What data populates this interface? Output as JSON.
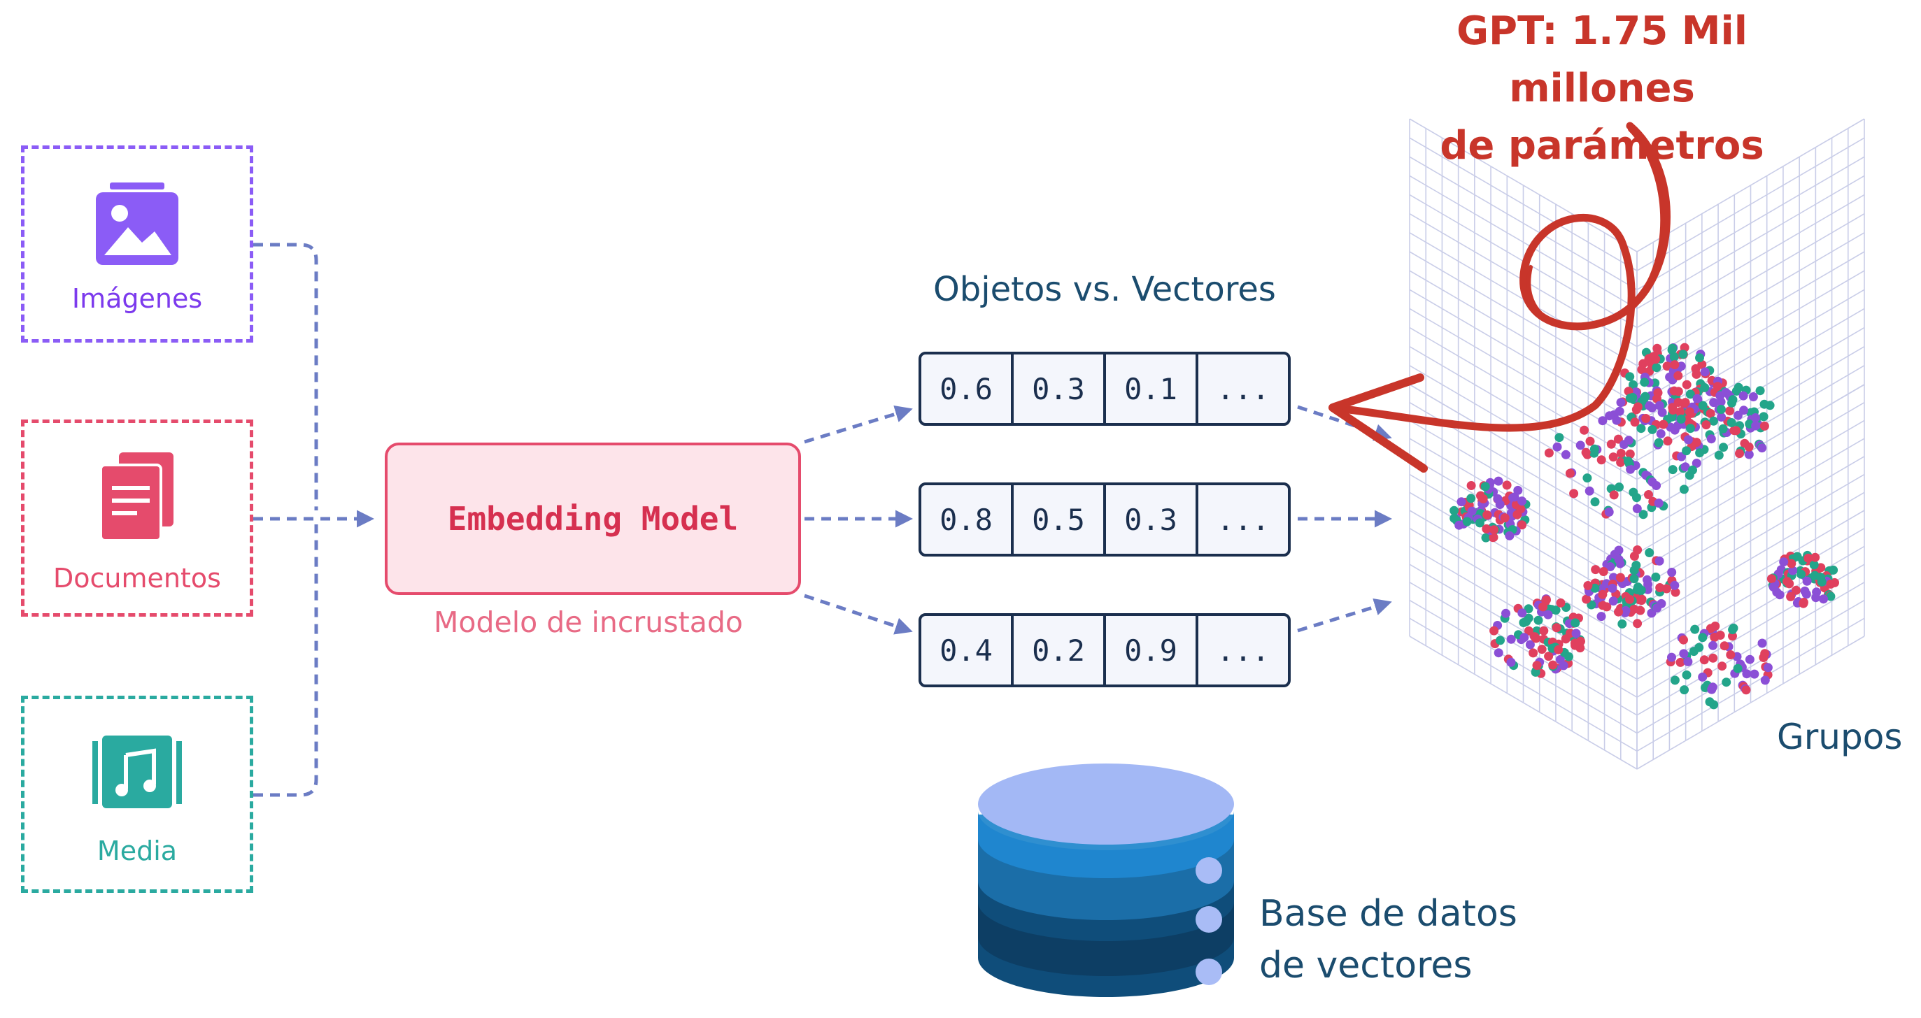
{
  "sources": [
    {
      "label": "Imágenes",
      "icon": "image-icon",
      "color": "#8b5cf6"
    },
    {
      "label": "Documentos",
      "icon": "document-icon",
      "color": "#e54b6c"
    },
    {
      "label": "Media",
      "icon": "music-icon",
      "color": "#2aaaa0"
    }
  ],
  "embedding_model": {
    "title": "Embedding Model",
    "caption": "Modelo de incrustado"
  },
  "vectors": {
    "title": "Objetos vs. Vectores",
    "rows": [
      [
        "0.6",
        "0.3",
        "0.1",
        "..."
      ],
      [
        "0.8",
        "0.5",
        "0.3",
        "..."
      ],
      [
        "0.4",
        "0.2",
        "0.9",
        "..."
      ]
    ]
  },
  "clusters_label": "Grupos",
  "database": {
    "line1": "Base de datos",
    "line2": "de vectores"
  },
  "annotation": {
    "line1": "GPT: 1.75 Mil millones",
    "line2": "de parámetros"
  },
  "colors": {
    "arrow": "#6b7cc4",
    "dot_red": "#e0405e",
    "dot_purple": "#8b4fd6",
    "dot_teal": "#23a58a",
    "annotation": "#c8352a",
    "text_dark": "#1b4c6e"
  }
}
